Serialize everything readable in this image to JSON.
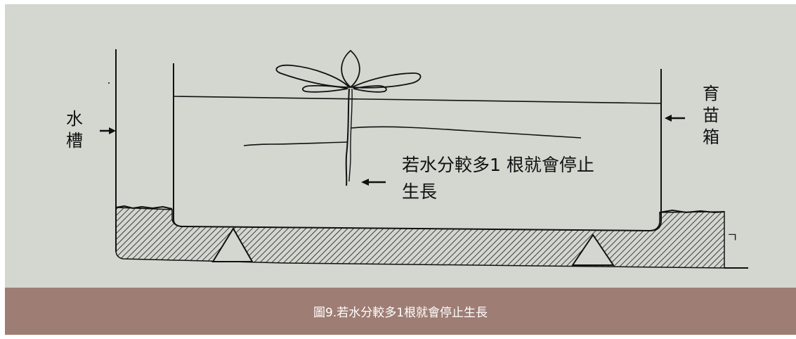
{
  "figure": {
    "label_tank": "水\n槽",
    "label_seedbox": "育\n苗\n箱",
    "note_line1": "若水分較多1  根就會停止",
    "note_line2": "生長",
    "partial_glyph": "ㄱ"
  },
  "caption": "圖9.若水分較多1根就會停止生長",
  "colors": {
    "figure_bg": "#d3d7d0",
    "caption_bg": "#9e7d74",
    "caption_text": "#ffffff",
    "ink": "#111111"
  }
}
